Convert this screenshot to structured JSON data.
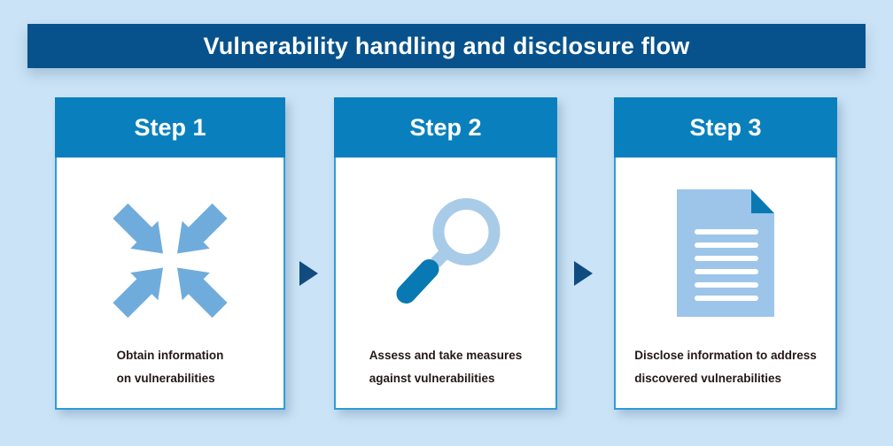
{
  "header": {
    "title": "Vulnerability handling and disclosure flow"
  },
  "steps": [
    {
      "label": "Step 1",
      "icon": "converge-arrows-icon",
      "caption_lines": [
        "Obtain information",
        "on vulnerabilities"
      ]
    },
    {
      "label": "Step 2",
      "icon": "magnifier-icon",
      "caption_lines": [
        "Assess and take measures",
        "against vulnerabilities"
      ]
    },
    {
      "label": "Step 3",
      "icon": "document-icon",
      "caption_lines": [
        "Disclose information to address",
        "discovered vulnerabilities"
      ]
    }
  ],
  "connectors": {
    "count": 2,
    "shape": "right-triangle"
  },
  "colors": {
    "page-bg": "#CBE3F6",
    "banner-bg": "#07528C",
    "banner-text": "#FFFFFF",
    "step-header-bg": "#0980BD",
    "step-header-text": "#FFFFFF",
    "card-bg": "#FFFFFF",
    "card-border": "#2F9CD6",
    "caption-text": "#231815",
    "icon-light-blue": "#70ACDB",
    "icon-pale-blue": "#A8CBE8",
    "icon-dark-blue": "#0979B4",
    "doc-fill": "#9CC5E9",
    "connector": "#114C80"
  }
}
